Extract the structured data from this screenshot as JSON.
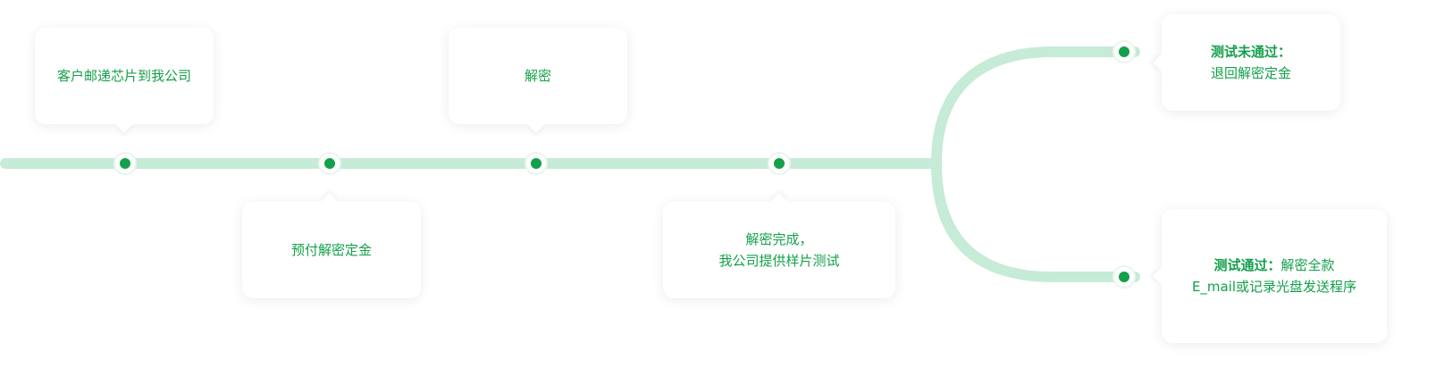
{
  "colors": {
    "accent": "#13a04a",
    "line": "#c6ebd6",
    "card_bg": "#ffffff"
  },
  "steps": [
    {
      "text": "客户邮递芯片到我公司"
    },
    {
      "text": "预付解密定金"
    },
    {
      "text": "解密"
    },
    {
      "line1": "解密完成，",
      "line2": "我公司提供样片测试"
    }
  ],
  "outcomes": {
    "fail": {
      "label": "测试未通过：",
      "text": "退回解密定金"
    },
    "pass": {
      "label": "测试通过：",
      "text": "解密全款",
      "line2": "E_mail或记录光盘发送程序"
    }
  }
}
